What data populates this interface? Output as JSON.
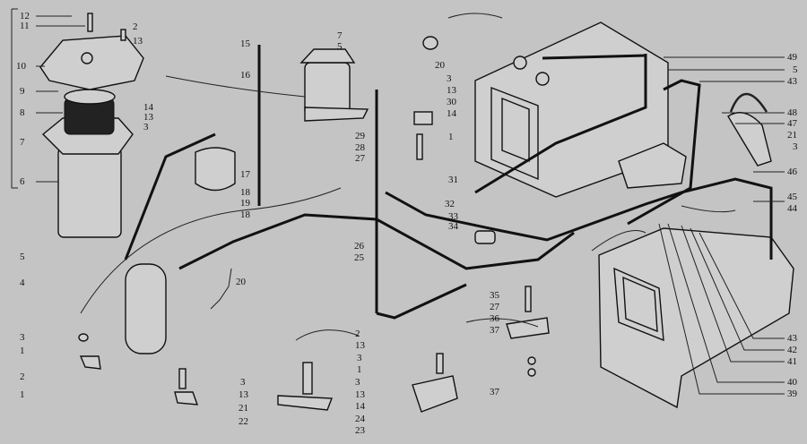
{
  "diagram": {
    "title": "",
    "callouts": [
      "12",
      "11",
      "10",
      "9",
      "8",
      "7",
      "6",
      "2",
      "13",
      "14",
      "13",
      "3",
      "15",
      "16",
      "17",
      "18",
      "19",
      "18",
      "7",
      "5",
      "29",
      "28",
      "27",
      "20",
      "3",
      "13",
      "30",
      "14",
      "1",
      "31",
      "32",
      "33",
      "34",
      "49",
      "5",
      "43",
      "48",
      "47",
      "21",
      "3",
      "46",
      "45",
      "44",
      "26",
      "25",
      "5",
      "4",
      "20",
      "3",
      "1",
      "2",
      "1",
      "2",
      "13",
      "3",
      "1",
      "3",
      "13",
      "14",
      "24",
      "23",
      "3",
      "13",
      "21",
      "22",
      "35",
      "27",
      "36",
      "37",
      "37",
      "43",
      "42",
      "41",
      "40",
      "39"
    ]
  }
}
